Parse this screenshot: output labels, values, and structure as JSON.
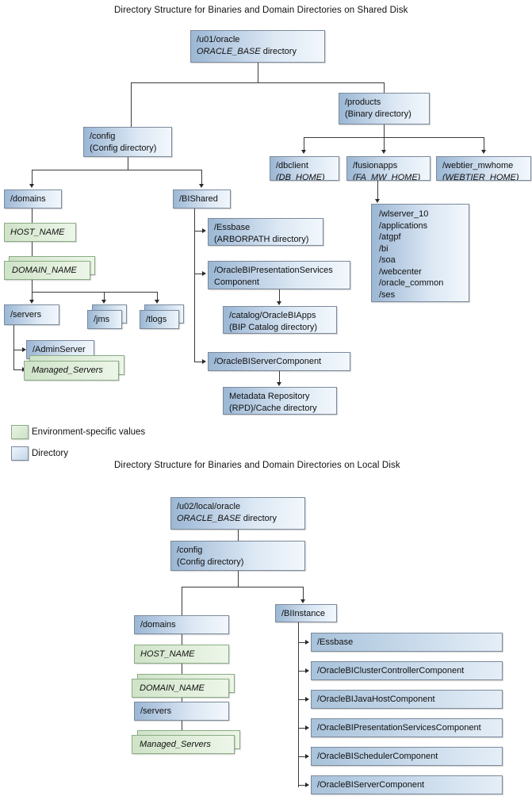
{
  "diagram1": {
    "title": "Directory Structure for Binaries and Domain Directories on Shared Disk",
    "root": {
      "line1": "/u01/oracle",
      "line2_italic": "ORACLE_BASE",
      "line2_rest": " directory"
    },
    "config": {
      "line1": "/config",
      "line2": "(Config directory)"
    },
    "products": {
      "line1": "/products",
      "line2": "(Binary directory)"
    },
    "dbclient": {
      "line1": "/dbclient",
      "line2_italic": "(DB_HOME)"
    },
    "fusionapps": {
      "line1": "/fusionapps",
      "line2_italic": "(FA_MW_HOME)"
    },
    "webtier": {
      "line1": "/webtier_mwhome",
      "line2_italic": "(WEBTIER_HOME)"
    },
    "fusionapps_children": "/wlserver_10\n/applications\n/atgpf\n/bi\n/soa\n/webcenter\n/oracle_common\n/ses",
    "domains": "/domains",
    "host_name": "HOST_NAME",
    "domain_name": "DOMAIN_NAME",
    "servers": "/servers",
    "jms": "/jms",
    "tlogs": "/tlogs",
    "admin_server": "/AdminServer",
    "managed_servers": "Managed_Servers",
    "bishared": "/BIShared",
    "essbase": {
      "line1": "/Essbase",
      "line2": "(ARBORPATH directory)"
    },
    "presentation_services": {
      "line1": "/OracleBIPresentationServices",
      "line2": "Component"
    },
    "catalog": {
      "line1": "/catalog/OracleBIApps",
      "line2": "(BIP Catalog directory)"
    },
    "bi_server_component": "/OracleBIServerComponent",
    "metadata_repository": {
      "line1": "Metadata Repository",
      "line2": "(RPD)/Cache directory"
    }
  },
  "legend": {
    "env_specific": "Environment-specific values",
    "directory": "Directory",
    "green_color": "#cde2c6",
    "blue_color": "#c3d6e8"
  },
  "diagram2": {
    "title": "Directory Structure for Binaries and Domain Directories on Local Disk",
    "root": {
      "line1": "/u02/local/oracle",
      "line2_italic": "ORACLE_BASE",
      "line2_rest": " directory"
    },
    "config": {
      "line1": "/config",
      "line2": "(Config directory)"
    },
    "domains": "/domains",
    "host_name": "HOST_NAME",
    "domain_name": "DOMAIN_NAME",
    "servers": "/servers",
    "managed_servers": "Managed_Servers",
    "biinstance": "/BIInstance",
    "components": [
      "/Essbase",
      "/OracleBIClusterControllerComponent",
      "/OracleBIJavaHostComponent",
      "/OracleBIPresentationServicesComponent",
      "/OracleBISchedulerComponent",
      "/OracleBIServerComponent"
    ]
  }
}
